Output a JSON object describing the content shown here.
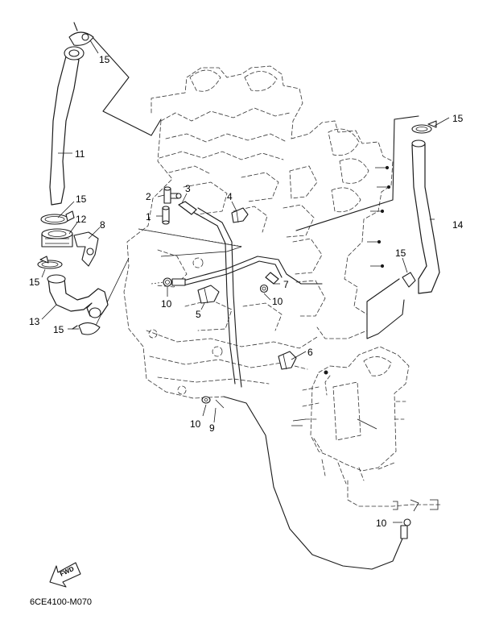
{
  "diagram_code": "6CE4100-M070",
  "fwd_arrow": {
    "text": "FWD",
    "icon": "forward-arrow-icon"
  },
  "callouts": [
    {
      "id": "15a",
      "ref": "15"
    },
    {
      "id": "11",
      "ref": "11"
    },
    {
      "id": "15b",
      "ref": "15"
    },
    {
      "id": "12",
      "ref": "12"
    },
    {
      "id": "8",
      "ref": "8"
    },
    {
      "id": "15c",
      "ref": "15"
    },
    {
      "id": "13",
      "ref": "13"
    },
    {
      "id": "15d",
      "ref": "15"
    },
    {
      "id": "2",
      "ref": "2"
    },
    {
      "id": "3",
      "ref": "3"
    },
    {
      "id": "1",
      "ref": "1"
    },
    {
      "id": "4",
      "ref": "4"
    },
    {
      "id": "10a",
      "ref": "10"
    },
    {
      "id": "5",
      "ref": "5"
    },
    {
      "id": "7",
      "ref": "7"
    },
    {
      "id": "10b",
      "ref": "10"
    },
    {
      "id": "15e",
      "ref": "15"
    },
    {
      "id": "14",
      "ref": "14"
    },
    {
      "id": "15f",
      "ref": "15"
    },
    {
      "id": "6",
      "ref": "6"
    },
    {
      "id": "10c",
      "ref": "10"
    },
    {
      "id": "9",
      "ref": "9"
    },
    {
      "id": "10d",
      "ref": "10"
    }
  ]
}
